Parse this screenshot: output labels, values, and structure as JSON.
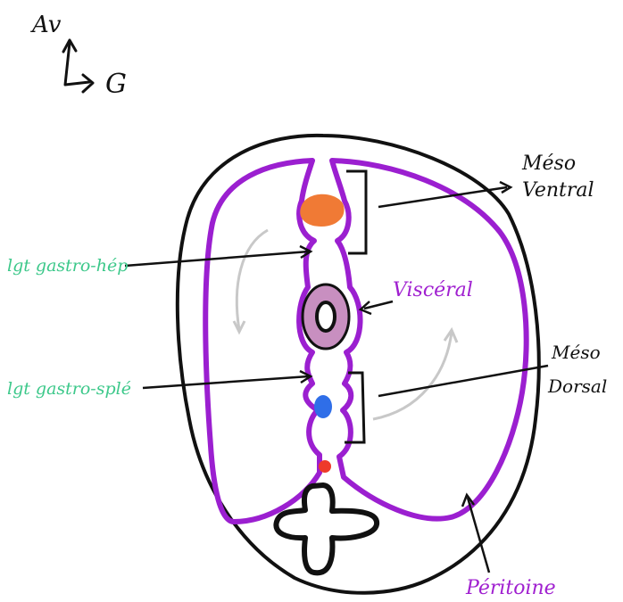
{
  "orientation": {
    "anterior_label": "Av",
    "left_label": "G"
  },
  "labels": {
    "meso_ventral_line1": "Méso",
    "meso_ventral_line2": "Ventral",
    "lgt_gastro_hep": "lgt gastro-hép",
    "visceral": "Viscéral",
    "meso_dorsal_line1": "Méso",
    "meso_dorsal_line2": "Dorsal",
    "lgt_gastro_sple": "lgt gastro-splé",
    "peritoine": "Péritoine"
  },
  "colors": {
    "outline": "#111111",
    "peritoneum": "#9b1fd0",
    "green_text": "#3cc88a",
    "purple_text": "#a020d0",
    "liver": "#f07a35",
    "stomach": "#c88fc0",
    "spleen": "#2f6ee8",
    "aorta": "#ee3a2a",
    "arrow_grey": "#c8c8c8"
  }
}
